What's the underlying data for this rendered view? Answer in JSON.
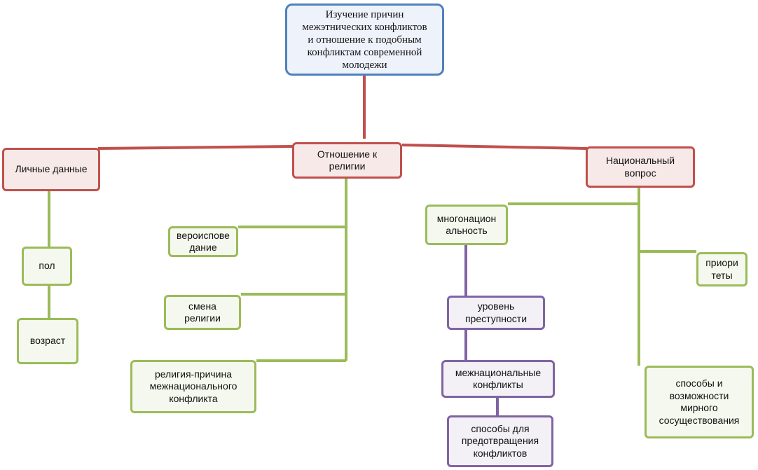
{
  "diagram": {
    "root": "Изучение причин\nмежэтнических конфликтов\nи отношение к подобным\nконфликтам современной\nмолодежи",
    "personal": "Личные данные",
    "religion": "Отношение к\nрелигии",
    "national": "Национальный\nвопрос",
    "gender": "пол",
    "age": "возраст",
    "confession": "вероиспове\nдание",
    "change_religion": "смена\nрелигии",
    "religion_cause": "религия-причина\nмежнационального\nконфликта",
    "multinational": "многонацион\nальность",
    "crime_level": "уровень\nпреступности",
    "ethnic_conflicts": "межнациональные\nконфликты",
    "prevention": "способы для\nпредотвращения\nконфликтов",
    "priorities": "приори\nтеты",
    "coexistence": "способы и\nвозможности\nмирного\nсосуществования"
  },
  "colors": {
    "blue": "#4f81bd",
    "red": "#c0504d",
    "green": "#9bbb59",
    "purple": "#8064a2"
  }
}
